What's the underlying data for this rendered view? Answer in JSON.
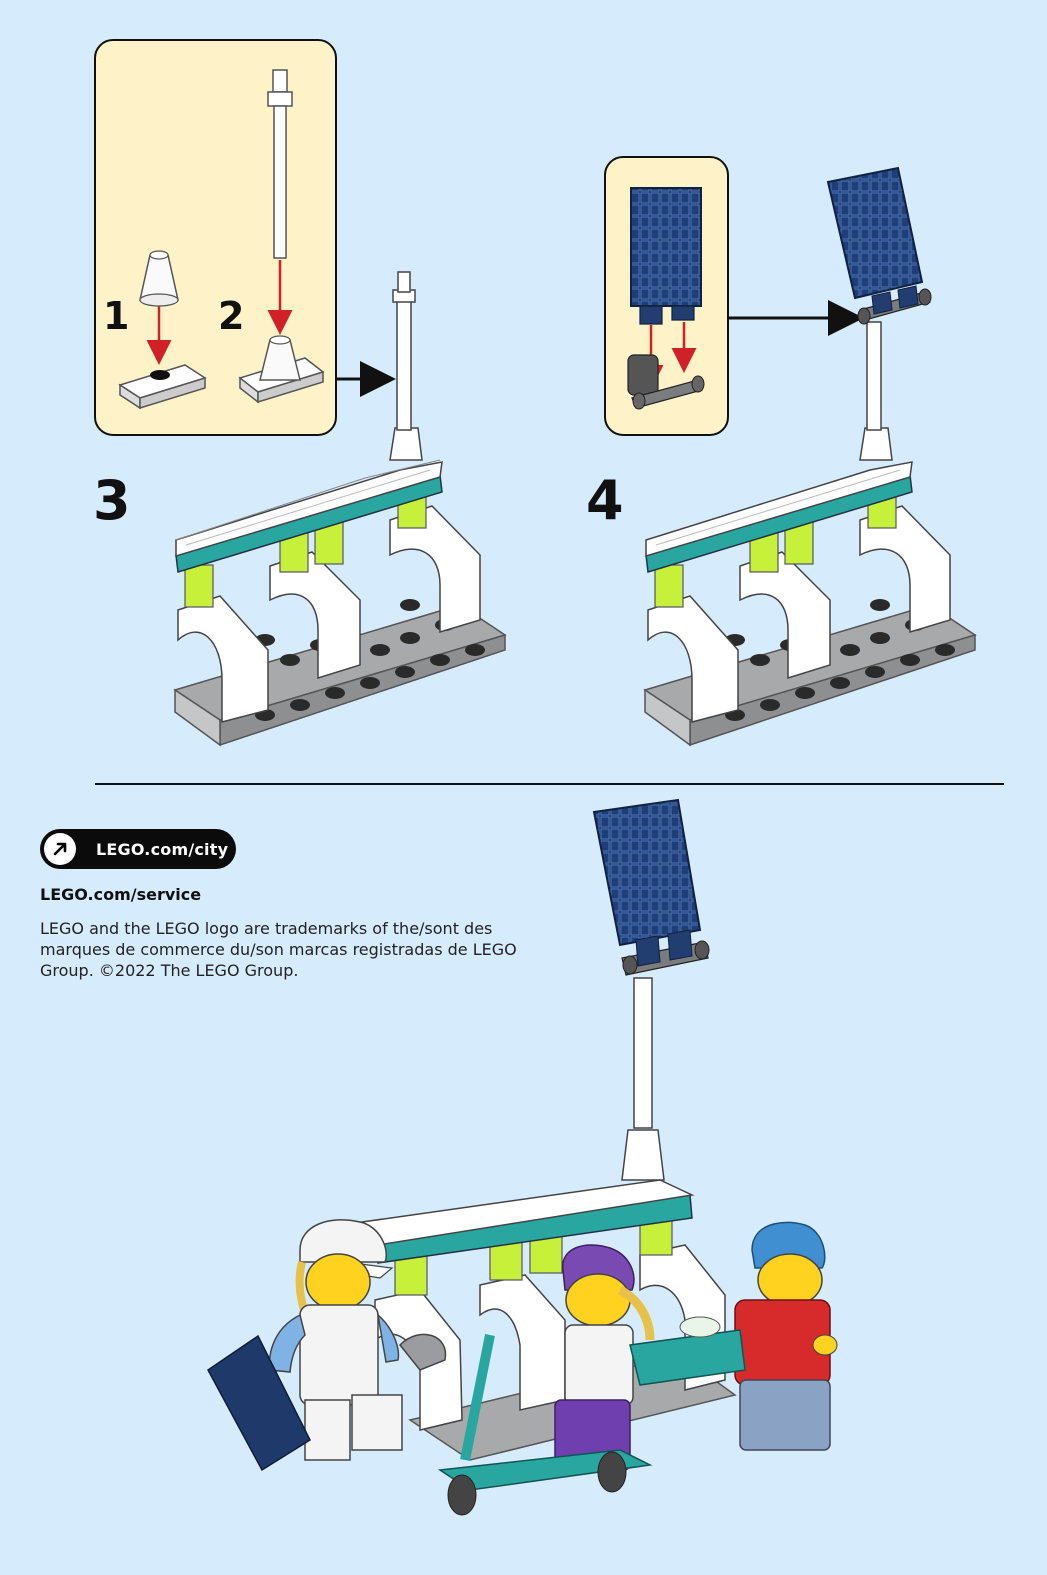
{
  "steps": [
    {
      "number": "3",
      "sub_steps": [
        "1",
        "2"
      ]
    },
    {
      "number": "4"
    }
  ],
  "footer": {
    "url_button": "LEGO.com/city",
    "url_icon": "arrow-up-right-icon",
    "service_link": "LEGO.com/service",
    "legal": "LEGO and the LEGO logo are trademarks of the/sont des marques de commerce du/son marcas registradas de LEGO Group. ©2022 The LEGO Group."
  },
  "colors": {
    "background": "#d6ecfc",
    "callout": "#fdf2c8",
    "solar_panel": "#1c3a6b",
    "teal": "#2aa6a0",
    "lime": "#c6f03a",
    "plate_gray": "#a7a9ab",
    "arrow_red": "#d0202a"
  }
}
